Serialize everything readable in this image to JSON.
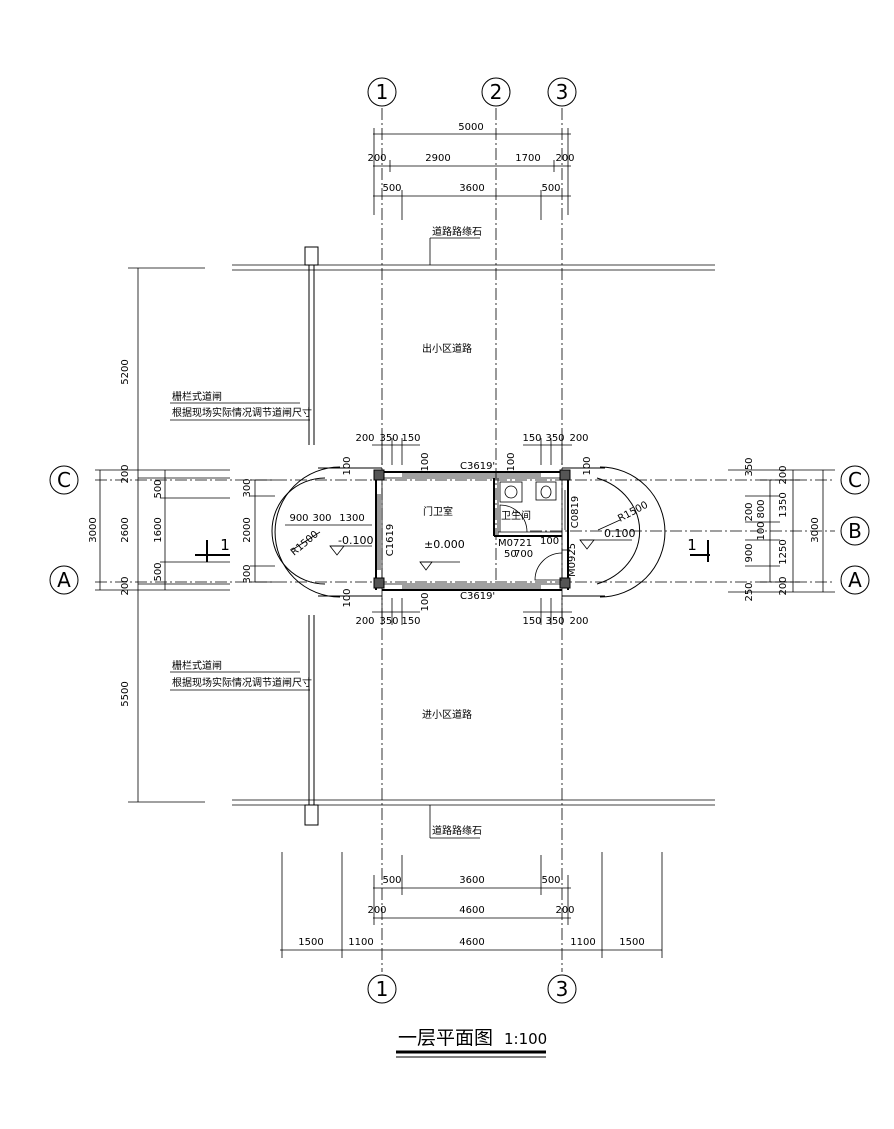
{
  "title": {
    "main": "一层平面图",
    "scale": "1:100"
  },
  "grid_labels": {
    "g1": "1",
    "g2": "2",
    "g3": "3",
    "gA": "A",
    "gB": "B",
    "gC": "C"
  },
  "rooms": {
    "guard": "门卫室",
    "toilet": "卫生间"
  },
  "roads": {
    "exit": "出小区道路",
    "enter": "进小区道路",
    "curb": "道路路缘石"
  },
  "notes": {
    "gate": "栅栏式道闸",
    "adjust": "根据现场实际情况调节道闸尺寸"
  },
  "elevations": {
    "floor": "±0.000",
    "left": "-0.100",
    "right": "0.100"
  },
  "openings": {
    "win_c3619": "C3619'",
    "win_c1619": "C1619",
    "win_c0819": "C0819",
    "door_m0721": "M0721",
    "door_m0925": "M0925"
  },
  "radius": {
    "r": "R1500"
  },
  "section": {
    "mark": "1"
  },
  "dims": {
    "t_5000": "5000",
    "t_200a": "200",
    "t_2900": "2900",
    "t_1700": "1700",
    "t_200b": "200",
    "t_500a": "500",
    "t_3600": "3600",
    "t_500b": "500",
    "b_500a": "500",
    "b_3600": "3600",
    "b_500b": "500",
    "b_200a": "200",
    "b_4600": "4600",
    "b_200b": "200",
    "b_1500a": "1500",
    "b_1100a": "1100",
    "b_4600b": "4600",
    "b_1100b": "1100",
    "b_1500b": "1500",
    "l_5200": "5200",
    "l_5500": "5500",
    "l_3000": "3000",
    "l_2600": "2600",
    "l_200a": "200",
    "l_200b": "200",
    "l_500a": "500",
    "l_1600": "1600",
    "l_500b": "500",
    "r_3000": "3000",
    "r_350": "350",
    "r_200a": "200",
    "r_1350": "1350",
    "r_800": "800",
    "r_200b": "200",
    "r_100": "100",
    "r_900": "900",
    "r_1250": "1250",
    "r_200c": "200",
    "r_250": "250",
    "u_200a": "200",
    "u_350a": "350",
    "u_150a": "150",
    "u_150b": "150",
    "u_350b": "350",
    "u_200b": "200",
    "d_200a": "200",
    "d_350a": "350",
    "d_150a": "150",
    "d_150b": "150",
    "d_350b": "350",
    "d_200b": "200",
    "w_900": "900",
    "w_300": "300",
    "w_1300": "1300",
    "w_2000": "2000",
    "w_300a": "300",
    "w_300b": "300",
    "w_100a": "100",
    "w_100b": "100",
    "w_100c": "100",
    "w_100d": "100",
    "w_100e": "100",
    "w_100f": "100",
    "w_700": "700",
    "w_50": "50",
    "w_100g": "100"
  }
}
